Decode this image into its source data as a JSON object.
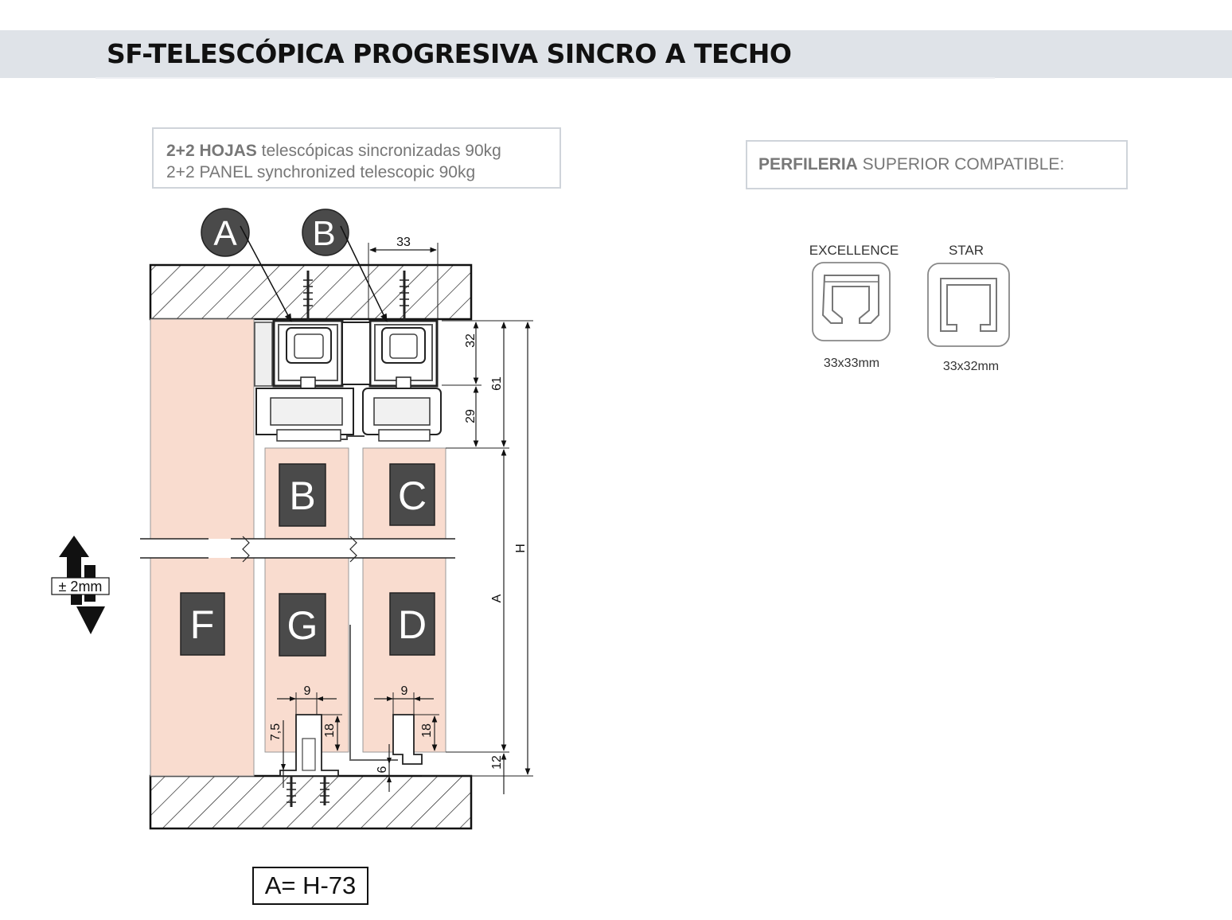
{
  "title": "SF-TELESCÓPICA PROGRESIVA SINCRO A TECHO",
  "spec_box": {
    "line1_bold": "2+2 HOJAS",
    "line1_rest": " telescópicas sincronizadas 90kg",
    "line2": "2+2 PANEL synchronized telescopic 90kg"
  },
  "compat_box": {
    "bold": "PERFILERIA",
    "rest": " SUPERIOR COMPATIBLE:"
  },
  "profiles": [
    {
      "name": "EXCELLENCE",
      "size": "33x33mm",
      "icon": "excellence-profile-icon"
    },
    {
      "name": "STAR",
      "size": "33x32mm",
      "icon": "star-profile-icon"
    }
  ],
  "callouts": {
    "a": "A",
    "b": "B"
  },
  "panels": {
    "b": "B",
    "c": "C",
    "f": "F",
    "g": "G",
    "d": "D"
  },
  "dimensions": {
    "top_width": "33",
    "d32": "32",
    "d29": "29",
    "d61": "61",
    "h": "H",
    "a": "A",
    "d12": "12",
    "d9_left": "9",
    "d9_right": "9",
    "d18_left": "18",
    "d18_right": "18",
    "d7_5": "7,5",
    "d6": "6"
  },
  "adjustment": {
    "label": "± 2mm",
    "icon": "up-down-arrow-icon"
  },
  "formula": "A= H-73",
  "colors": {
    "panel_fill": "#f9dccf",
    "label_box": "#4a4a4a",
    "callout_circle": "#4a4a4a",
    "title_bar": "#dfe3e8",
    "box_border": "#cfd4da"
  }
}
